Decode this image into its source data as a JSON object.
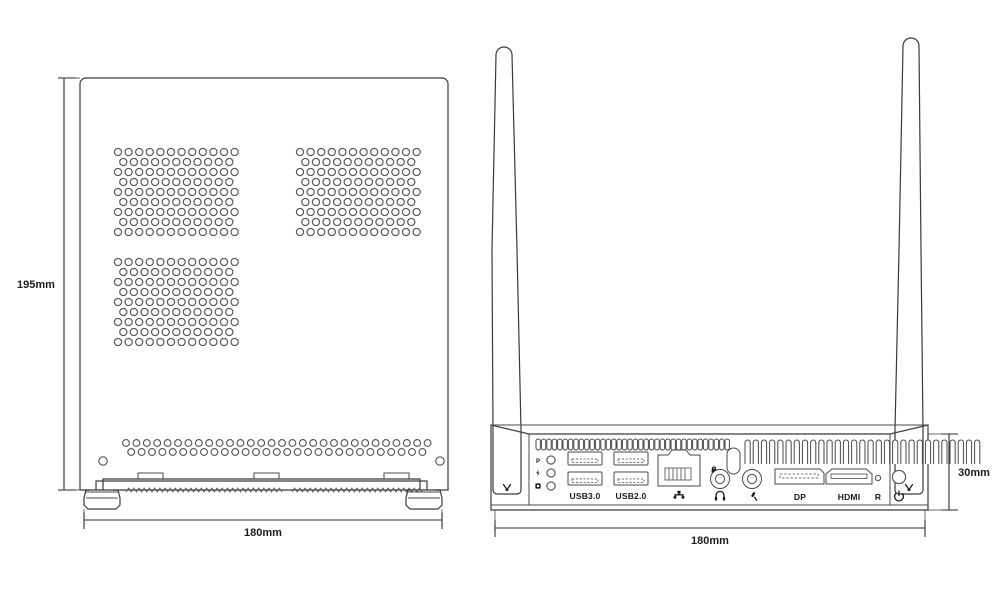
{
  "drawing": {
    "title": "Mini PC dimensional drawing",
    "background_color": "#ffffff",
    "line_color": "#3a3a3a"
  },
  "views": {
    "side_view": {
      "name": "side-view",
      "dimensions": {
        "height_label": "195mm",
        "width_label": "180mm"
      },
      "vent_blocks": [
        {
          "name": "vent-block-top-left",
          "cols": 12,
          "rows": 9
        },
        {
          "name": "vent-block-top-right",
          "cols": 12,
          "rows": 9
        },
        {
          "name": "vent-block-lower-left",
          "cols": 12,
          "rows": 9
        },
        {
          "name": "vent-strip-bottom",
          "cols": 38,
          "rows": 2
        }
      ],
      "feet": [
        "foot-left",
        "foot-right"
      ],
      "screw_holes": [
        "screw-hole-left",
        "screw-hole-right"
      ],
      "tabs": [
        "tab-left",
        "tab-center",
        "tab-right"
      ]
    },
    "rear_view": {
      "name": "rear-view",
      "dimensions": {
        "width_label": "180mm",
        "height_label": "30mm"
      },
      "antennas": [
        "antenna-left",
        "antenna-right"
      ],
      "indicators": [
        {
          "label": "P",
          "name": "indicator-power-led"
        },
        {
          "label": "⚡",
          "name": "indicator-hdd-led"
        },
        {
          "label": "▣",
          "name": "indicator-status-led"
        }
      ],
      "ports": [
        {
          "name": "usb3-port-upper",
          "label": ""
        },
        {
          "name": "usb3-port-lower",
          "label": "USB3.0"
        },
        {
          "name": "usb2-port-upper",
          "label": ""
        },
        {
          "name": "usb2-port-lower",
          "label": "USB2.0"
        },
        {
          "name": "lan-port",
          "label": ""
        },
        {
          "name": "headphone-jack",
          "label": ""
        },
        {
          "name": "microphone-jack",
          "label": ""
        },
        {
          "name": "displayport",
          "label": "DP"
        },
        {
          "name": "hdmi-port",
          "label": "HDMI"
        },
        {
          "name": "reset-pinhole",
          "label": "R"
        },
        {
          "name": "power-button",
          "label": ""
        }
      ],
      "labels": {
        "usb3": "USB3.0",
        "usb2": "USB2.0",
        "dp": "DP",
        "hdmi": "HDMI",
        "reset": "R"
      }
    }
  }
}
